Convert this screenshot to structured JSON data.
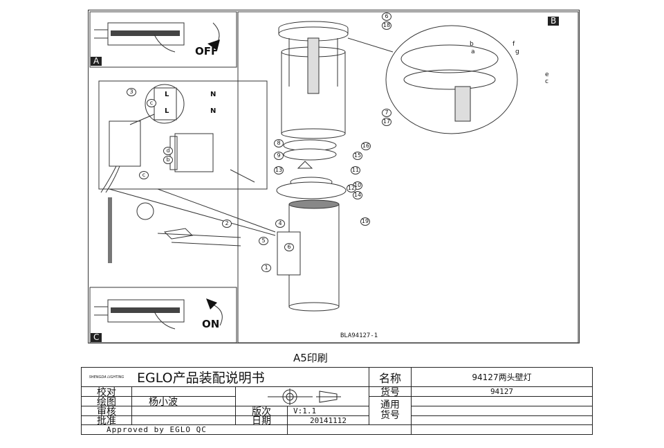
{
  "drawing": {
    "panel_a_tag": "A",
    "panel_b_tag": "B",
    "panel_c_tag": "C",
    "off_label": "OFF",
    "on_label": "ON",
    "drawing_code": "BLA94127-1",
    "wiring_labels": {
      "l_top": "L",
      "n_top": "N",
      "l_bottom": "L",
      "n_bottom": "N",
      "c": "c",
      "three": "3",
      "d": "d",
      "b": "b",
      "c2": "c"
    },
    "detail_letters": [
      "a",
      "b",
      "f",
      "g",
      "e",
      "c"
    ],
    "callouts": [
      "1",
      "2",
      "3",
      "4",
      "5",
      "6",
      "7",
      "8",
      "9",
      "10",
      "11",
      "12",
      "13",
      "14",
      "15",
      "16",
      "17",
      "18",
      "19"
    ]
  },
  "print_note": "A5印刷",
  "title_block": {
    "logo_text": "SHENGDA LIGHTING",
    "title": "EGLO产品装配说明书",
    "name_label": "名称",
    "name_value": "94127两头壁灯",
    "item_label": "货号",
    "item_value": "94127",
    "common_item_label": "通用货号",
    "check_label": "校对",
    "check_value": "",
    "draw_label": "绘图",
    "draw_value": "杨小波",
    "review_label": "审核",
    "review_value": "",
    "approve_label": "批准",
    "approve_value": "",
    "version_label": "版次",
    "version_value": "V:1.1",
    "date_label": "日期",
    "date_value": "20141112",
    "approved_by": "Approved by EGLO QC"
  }
}
